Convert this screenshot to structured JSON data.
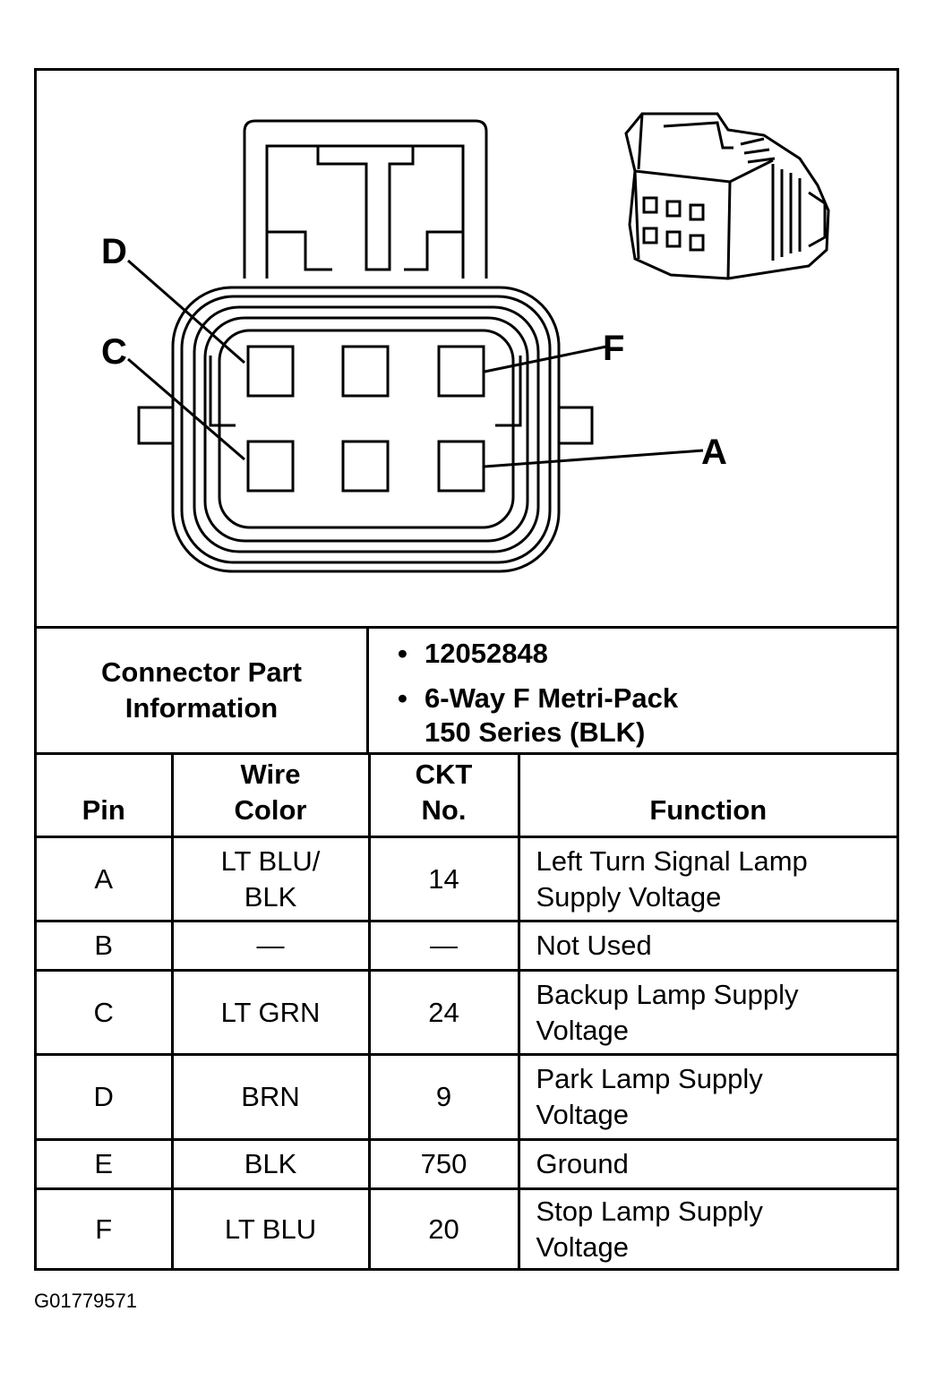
{
  "connector": {
    "pin_labels": [
      "D",
      "C",
      "F",
      "A"
    ]
  },
  "part_info": {
    "label": "Connector Part\nInformation",
    "bullets": [
      "12052848",
      "6-Way F Metri-Pack",
      "150 Series (BLK)"
    ],
    "bullet_symbol": "•"
  },
  "table": {
    "headers": {
      "pin": "Pin",
      "wire_color": "Wire\nColor",
      "ckt": "CKT\nNo.",
      "function": "Function"
    },
    "rows": [
      {
        "pin": "A",
        "wire_color": "LT BLU/\nBLK",
        "ckt": "14",
        "function": "Left Turn Signal Lamp\nSupply Voltage"
      },
      {
        "pin": "B",
        "wire_color": "—",
        "ckt": "—",
        "function": "Not Used"
      },
      {
        "pin": "C",
        "wire_color": "LT GRN",
        "ckt": "24",
        "function": "Backup Lamp Supply\nVoltage"
      },
      {
        "pin": "D",
        "wire_color": "BRN",
        "ckt": "9",
        "function": "Park Lamp Supply\nVoltage"
      },
      {
        "pin": "E",
        "wire_color": "BLK",
        "ckt": "750",
        "function": "Ground"
      },
      {
        "pin": "F",
        "wire_color": "LT BLU",
        "ckt": "20",
        "function": "Stop Lamp Supply\nVoltage"
      }
    ]
  },
  "figure_code": "G01779571"
}
